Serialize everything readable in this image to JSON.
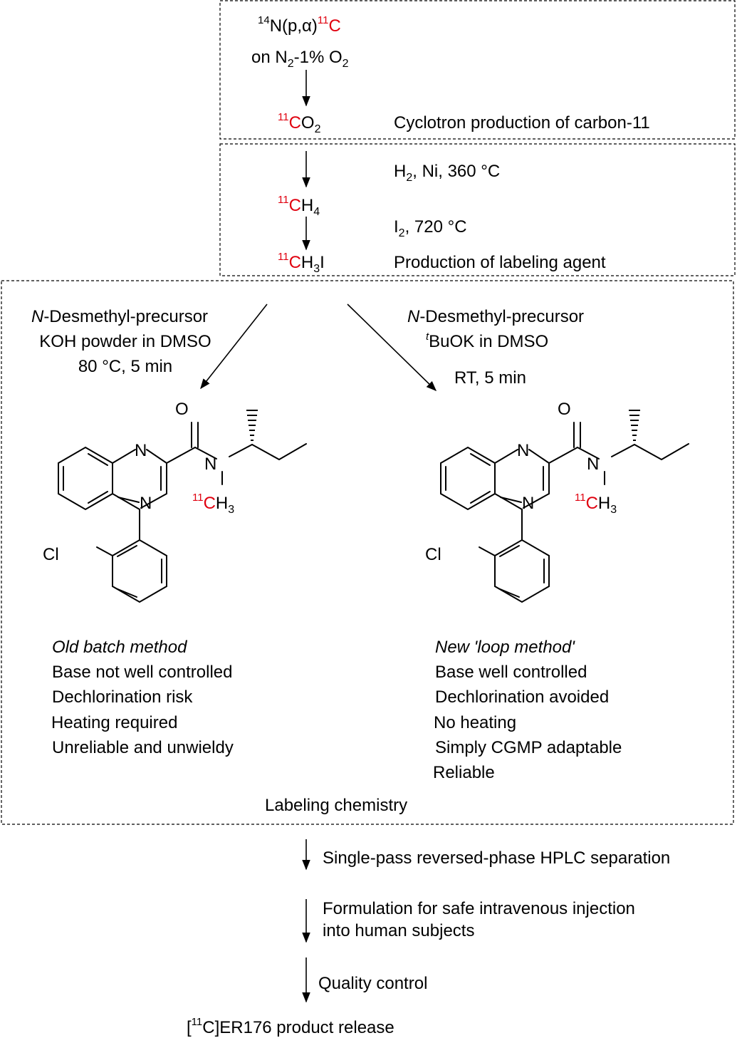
{
  "cyclotron": {
    "nuclear_reaction": "14N(p,α)11C",
    "target_gas": "on N2-1% O2",
    "product": "11CO2",
    "label": "Cyclotron production of carbon-11"
  },
  "labeling_agent": {
    "condition_1": "H2, Ni, 360 °C",
    "intermediate": "11CH4",
    "condition_2": "I2, 720 °C",
    "product": "11CH3I",
    "label": "Production of labeling agent"
  },
  "labeling_chemistry": {
    "label": "Labeling chemistry",
    "old": {
      "conditions": [
        "N-Desmethyl-precursor",
        "KOH powder in DMSO",
        "80 °C, 5 min"
      ],
      "title": "Old batch method",
      "points": [
        "Base not well controlled",
        "Dechlorination risk",
        "Heating required",
        "Unreliable and unwieldy"
      ]
    },
    "new": {
      "conditions": [
        "N-Desmethyl-precursor",
        "tBuOK in DMSO",
        "RT, 5 min"
      ],
      "title": "New 'loop method'",
      "points": [
        "Base well controlled",
        "Dechlorination avoided",
        "No heating",
        "Simply CGMP adaptable",
        "Reliable"
      ]
    },
    "structure_atoms": {
      "o": "O",
      "n": "N",
      "cl": "Cl",
      "methyl": "11CH3"
    }
  },
  "downstream": {
    "steps": [
      "Single-pass reversed-phase HPLC separation",
      "Formulation for safe intravenous injection",
      "into human subjects",
      "Quality control"
    ],
    "final": "[11C]ER176 product release"
  }
}
